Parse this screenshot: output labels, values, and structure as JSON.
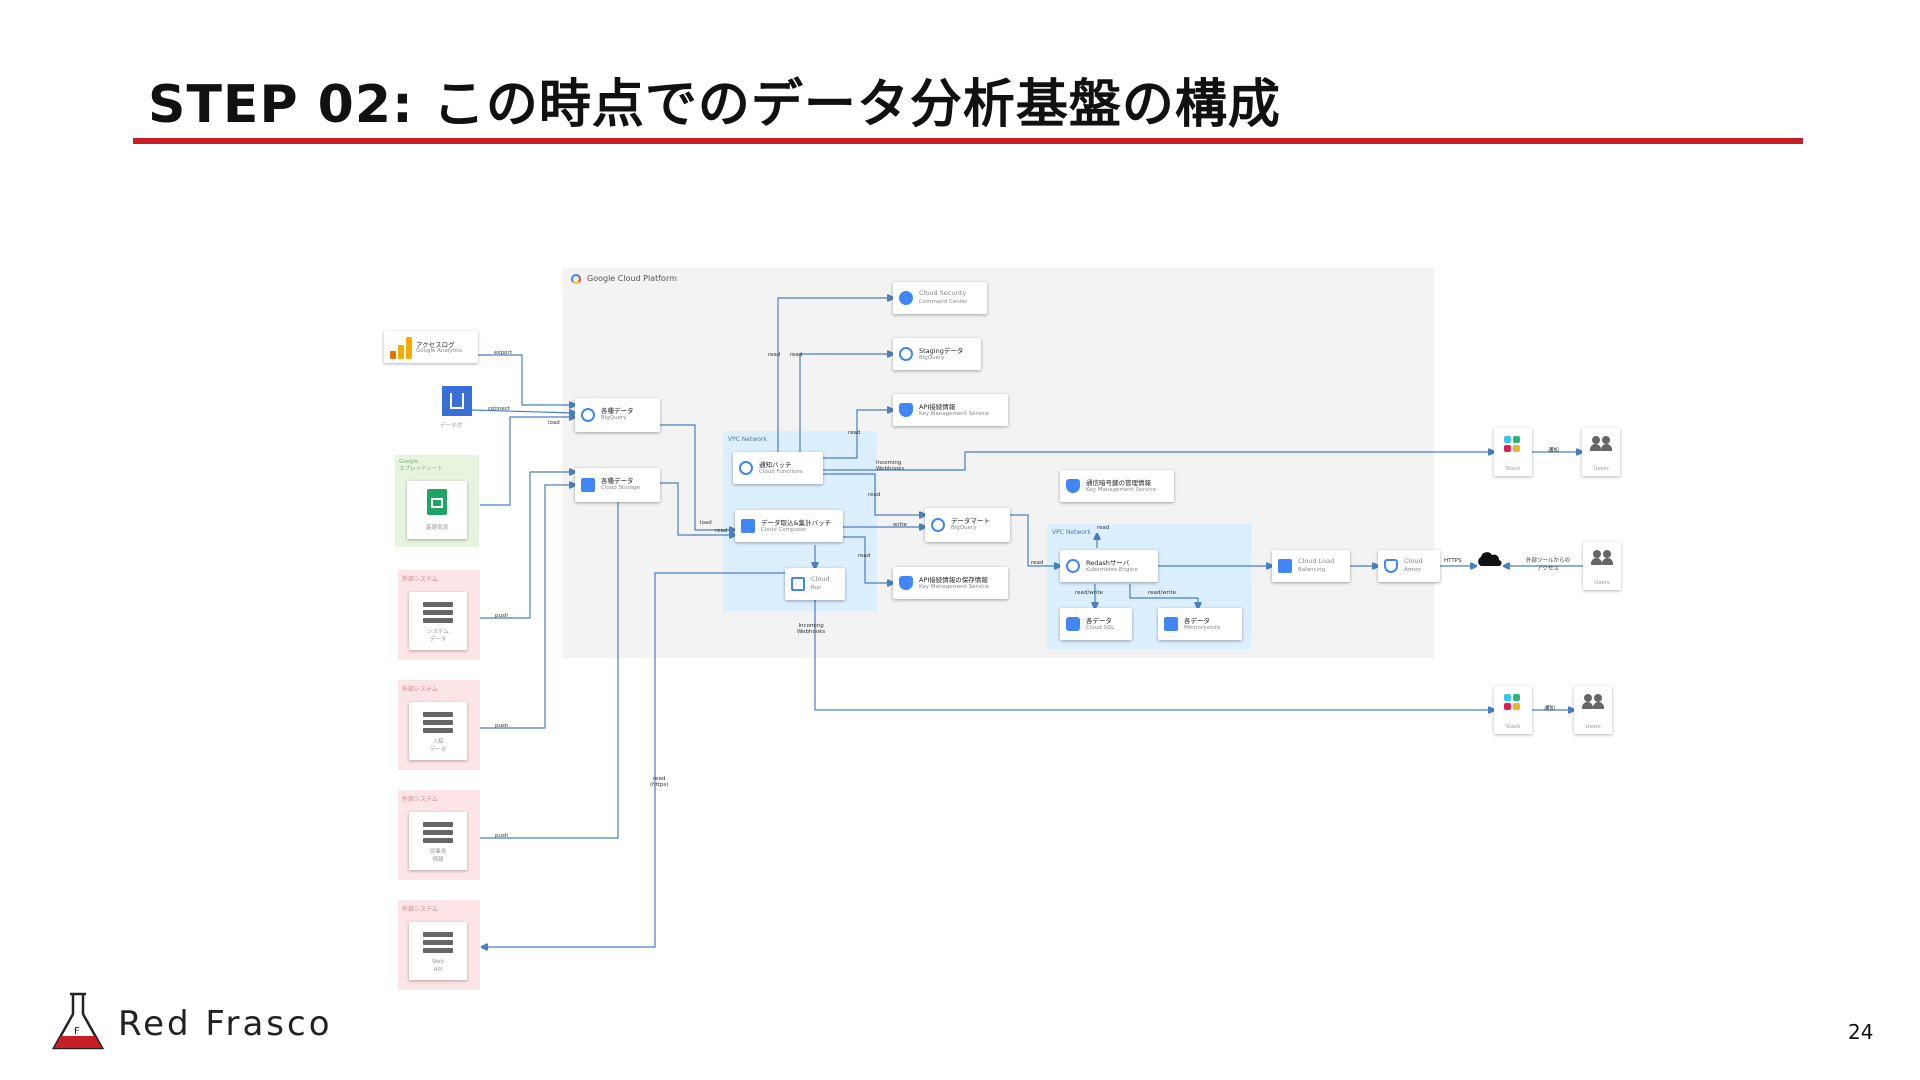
{
  "slide": {
    "title": "STEP 02: この時点でのデータ分析基盤の構成",
    "page_number": "24",
    "brand": "Red Frasco",
    "accent_color": "#c62026"
  },
  "diagram": {
    "platform_label": "Google Cloud Platform",
    "vpc_label": "VPC Network",
    "sources": {
      "access_log": {
        "title": "アクセスログ",
        "subtitle": "Google Analytics"
      },
      "data_portal": {
        "caption": "データポ"
      },
      "spreadsheet_group": "Google\nスプレッドシート",
      "spreadsheet": {
        "caption": "基礎資源"
      },
      "external_group_label": "外部システム",
      "externals": [
        {
          "caption": "システム\nデータ"
        },
        {
          "caption": "入稿\nデータ"
        },
        {
          "caption": "従業員\n情報"
        },
        {
          "caption": "Web\nAPI"
        }
      ]
    },
    "services": {
      "raw_bq": {
        "title": "各種データ",
        "subtitle": "BigQuery"
      },
      "raw_gcs": {
        "title": "各種データ",
        "subtitle": "Cloud Storage"
      },
      "scc": {
        "title": "Cloud Security",
        "subtitle": "Command Center"
      },
      "staging_bq": {
        "title": "Stagingデータ",
        "subtitle": "BigQuery"
      },
      "kms_api": {
        "title": "API接続情報",
        "subtitle": "Key Management Service"
      },
      "notify_batch": {
        "title": "通知バッチ",
        "subtitle": "Cloud Functions"
      },
      "processing_batch": {
        "title": "データ取込&集計バッチ",
        "subtitle": "Cloud Composer"
      },
      "data_mart": {
        "title": "データマート",
        "subtitle": "BigQuery"
      },
      "cloud_run": {
        "title": "Cloud",
        "subtitle": "Run"
      },
      "kms_api2": {
        "title": "API接続情報の保存情報",
        "subtitle": "Key Management Service"
      },
      "kms_crypt": {
        "title": "通信暗号鍵の管理情報",
        "subtitle": "Key Management Service"
      },
      "redash": {
        "title": "Redashサーバ",
        "subtitle": "Kubernetes Engine"
      },
      "sql": {
        "title": "各データ",
        "subtitle": "Cloud SQL"
      },
      "memorystore": {
        "title": "各データ",
        "subtitle": "Memorystore"
      },
      "load_balancing": {
        "title": "Cloud Load",
        "subtitle": "Balancing"
      },
      "armor": {
        "title": "Cloud",
        "subtitle": "Armor"
      }
    },
    "outputs": {
      "slack_label": "Slack",
      "users_label": "Users"
    },
    "edge_labels": {
      "export": "export",
      "connect": "connect",
      "load": "load",
      "push": "push",
      "read": "read",
      "write": "write",
      "incoming_webhooks": "Incoming\nWebhooks",
      "notify": "通知",
      "read_write": "read/write",
      "https": "HTTPS",
      "external_access": "外部ツールからの\nアクセス",
      "read_https": "read\n(https)"
    }
  }
}
